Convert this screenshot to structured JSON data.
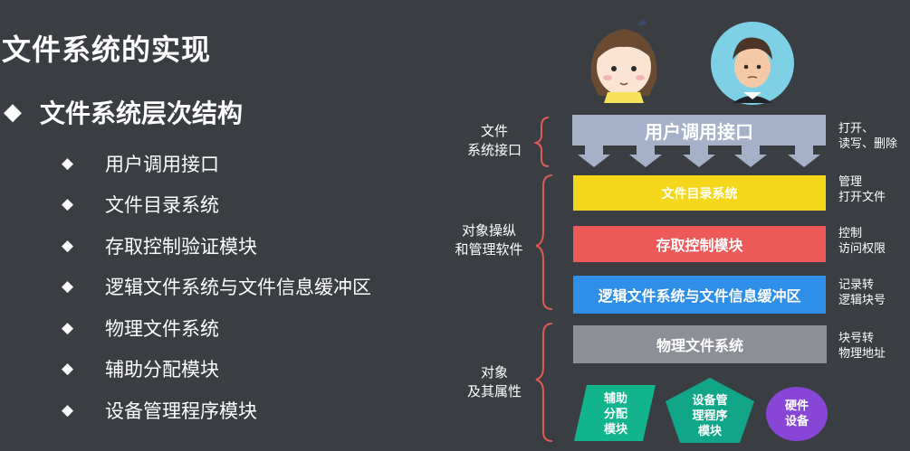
{
  "slide": {
    "title": "文件系统的实现",
    "main_bullet": "文件系统层次结构",
    "sub_bullets": [
      "用户调用接口",
      "文件目录系统",
      "存取控制验证模块",
      "逻辑文件系统与文件信息缓冲区",
      "物理文件系统",
      "辅助分配模块",
      "设备管理程序模块"
    ]
  },
  "diagram": {
    "left_labels": {
      "interface_line1": "文件",
      "interface_line2": "系统接口",
      "software_line1": "对象操纵",
      "software_line2": "和管理软件",
      "objects_line1": "对象",
      "objects_line2": "及其属性"
    },
    "layers": {
      "user_interface": "用户调用接口",
      "directory": "文件目录系统",
      "access_control": "存取控制模块",
      "logical_fs": "逻辑文件系统与文件信息缓冲区",
      "physical_fs": "物理文件系统"
    },
    "bottom_shapes": {
      "alloc_line1": "辅助",
      "alloc_line2": "分配",
      "alloc_line3": "模块",
      "device_line1": "设备管",
      "device_line2": "理程序",
      "device_line3": "模块",
      "hw_line1": "硬件",
      "hw_line2": "设备"
    },
    "right_labels": {
      "ui_line1": "打开、",
      "ui_line2": "读写、删除",
      "dir_line1": "管理",
      "dir_line2": "打开文件",
      "acc_line1": "控制",
      "acc_line2": "访问权限",
      "log_line1": "记录转",
      "log_line2": "逻辑块号",
      "phy_line1": "块号转",
      "phy_line2": "物理地址"
    }
  },
  "colors": {
    "background": "#3a3d42",
    "ui_bar": "#a5b1c9",
    "directory_bar": "#f4d71a",
    "access_bar": "#ee5a5a",
    "logical_bar": "#2f8ee8",
    "physical_bar": "#8c8f96",
    "alloc_shape": "#11b48d",
    "device_shape": "#11a68a",
    "hw_shape": "#8846d6"
  }
}
